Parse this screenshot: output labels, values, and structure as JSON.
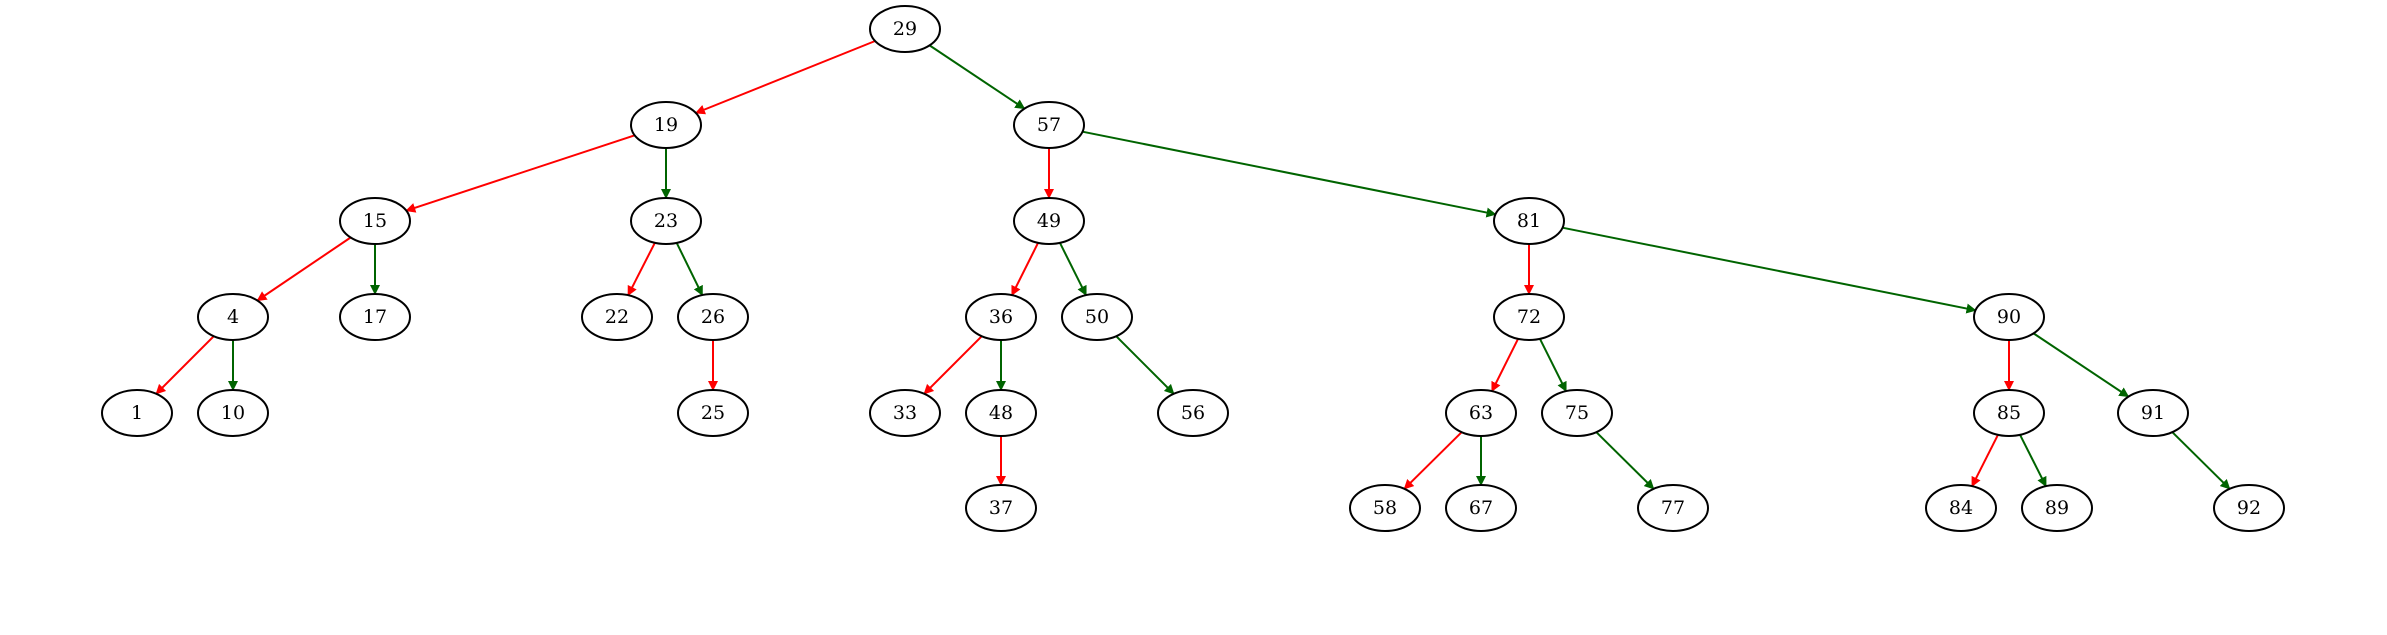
{
  "graph": {
    "type": "binary-search-tree",
    "colors": {
      "left_edge": "#ff0000",
      "right_edge": "#006400",
      "node_stroke": "#000000",
      "background": "#ffffff"
    },
    "nodes": [
      {
        "id": "29",
        "label": "29"
      },
      {
        "id": "19",
        "label": "19"
      },
      {
        "id": "57",
        "label": "57"
      },
      {
        "id": "15",
        "label": "15"
      },
      {
        "id": "23",
        "label": "23"
      },
      {
        "id": "49",
        "label": "49"
      },
      {
        "id": "81",
        "label": "81"
      },
      {
        "id": "4",
        "label": "4"
      },
      {
        "id": "17",
        "label": "17"
      },
      {
        "id": "22",
        "label": "22"
      },
      {
        "id": "26",
        "label": "26"
      },
      {
        "id": "36",
        "label": "36"
      },
      {
        "id": "50",
        "label": "50"
      },
      {
        "id": "72",
        "label": "72"
      },
      {
        "id": "90",
        "label": "90"
      },
      {
        "id": "1",
        "label": "1"
      },
      {
        "id": "10",
        "label": "10"
      },
      {
        "id": "25",
        "label": "25"
      },
      {
        "id": "33",
        "label": "33"
      },
      {
        "id": "48",
        "label": "48"
      },
      {
        "id": "56",
        "label": "56"
      },
      {
        "id": "63",
        "label": "63"
      },
      {
        "id": "75",
        "label": "75"
      },
      {
        "id": "85",
        "label": "85"
      },
      {
        "id": "91",
        "label": "91"
      },
      {
        "id": "37",
        "label": "37"
      },
      {
        "id": "58",
        "label": "58"
      },
      {
        "id": "67",
        "label": "67"
      },
      {
        "id": "77",
        "label": "77"
      },
      {
        "id": "84",
        "label": "84"
      },
      {
        "id": "89",
        "label": "89"
      },
      {
        "id": "92",
        "label": "92"
      }
    ],
    "edges": [
      {
        "from": "29",
        "to": "19",
        "side": "left"
      },
      {
        "from": "29",
        "to": "57",
        "side": "right"
      },
      {
        "from": "19",
        "to": "15",
        "side": "left"
      },
      {
        "from": "19",
        "to": "23",
        "side": "right"
      },
      {
        "from": "57",
        "to": "49",
        "side": "left"
      },
      {
        "from": "57",
        "to": "81",
        "side": "right"
      },
      {
        "from": "15",
        "to": "4",
        "side": "left"
      },
      {
        "from": "15",
        "to": "17",
        "side": "right"
      },
      {
        "from": "23",
        "to": "22",
        "side": "left"
      },
      {
        "from": "23",
        "to": "26",
        "side": "right"
      },
      {
        "from": "49",
        "to": "36",
        "side": "left"
      },
      {
        "from": "49",
        "to": "50",
        "side": "right"
      },
      {
        "from": "81",
        "to": "72",
        "side": "left"
      },
      {
        "from": "81",
        "to": "90",
        "side": "right"
      },
      {
        "from": "4",
        "to": "1",
        "side": "left"
      },
      {
        "from": "4",
        "to": "10",
        "side": "right"
      },
      {
        "from": "26",
        "to": "25",
        "side": "left"
      },
      {
        "from": "36",
        "to": "33",
        "side": "left"
      },
      {
        "from": "36",
        "to": "48",
        "side": "right"
      },
      {
        "from": "50",
        "to": "56",
        "side": "right"
      },
      {
        "from": "72",
        "to": "63",
        "side": "left"
      },
      {
        "from": "72",
        "to": "75",
        "side": "right"
      },
      {
        "from": "90",
        "to": "85",
        "side": "left"
      },
      {
        "from": "90",
        "to": "91",
        "side": "right"
      },
      {
        "from": "48",
        "to": "37",
        "side": "left"
      },
      {
        "from": "63",
        "to": "58",
        "side": "left"
      },
      {
        "from": "63",
        "to": "67",
        "side": "right"
      },
      {
        "from": "75",
        "to": "77",
        "side": "right"
      },
      {
        "from": "85",
        "to": "84",
        "side": "left"
      },
      {
        "from": "85",
        "to": "89",
        "side": "right"
      },
      {
        "from": "91",
        "to": "92",
        "side": "right"
      }
    ]
  }
}
